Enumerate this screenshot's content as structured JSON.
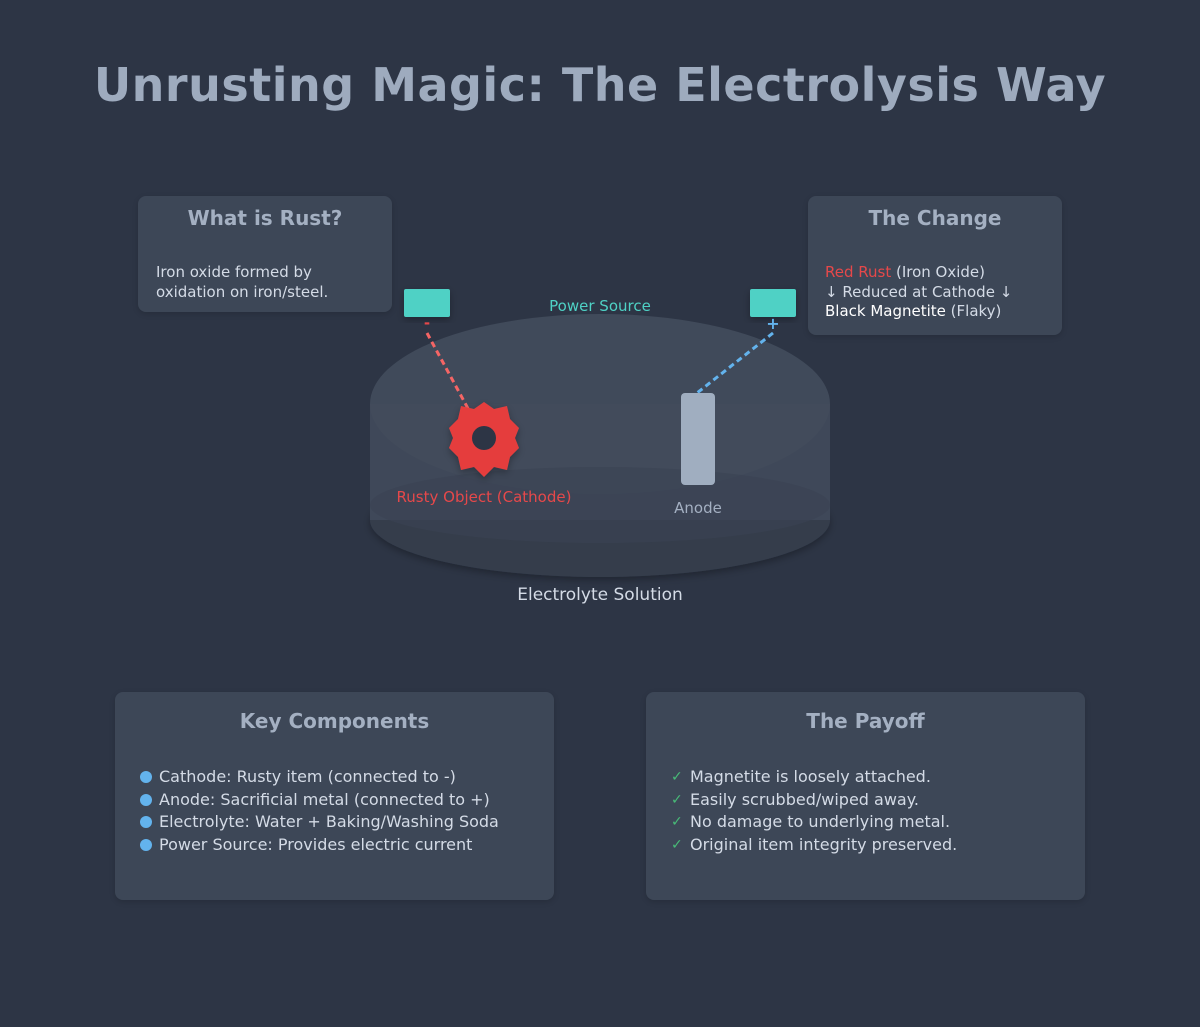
{
  "title": "Unrusting Magic: The Electrolysis Way",
  "colors": {
    "background": "#2d3545",
    "card": "#3d4757",
    "rust": "#e6484a",
    "terminal": "#4fd1c5",
    "anode_wire": "#63b3ed",
    "check": "#48bb78",
    "anode": "#a0aec0"
  },
  "rust_card": {
    "title": "What is Rust?",
    "body": "Iron oxide formed by oxidation on iron/steel."
  },
  "change_card": {
    "title": "The Change",
    "red_rust": "Red Rust",
    "red_rust_note": " (Iron Oxide)",
    "reduced": "↓ Reduced at Cathode ↓",
    "magnetite": "Black Magnetite",
    "magnetite_note": " (Flaky)"
  },
  "diagram": {
    "power_source": "Power Source",
    "negative": "-",
    "positive": "+",
    "cathode_label": "Rusty Object (Cathode)",
    "anode_label": "Anode",
    "electrolyte_label": "Electrolyte Solution"
  },
  "components_card": {
    "title": "Key Components",
    "items": [
      "Cathode: Rusty item (connected to -)",
      "Anode: Sacrificial metal (connected to +)",
      "Electrolyte: Water + Baking/Washing Soda",
      "Power Source: Provides electric current"
    ]
  },
  "payoff_card": {
    "title": "The Payoff",
    "check_icon": "✓",
    "items": [
      "Magnetite is loosely attached.",
      "Easily scrubbed/wiped away.",
      "No damage to underlying metal.",
      "Original item integrity preserved."
    ]
  }
}
